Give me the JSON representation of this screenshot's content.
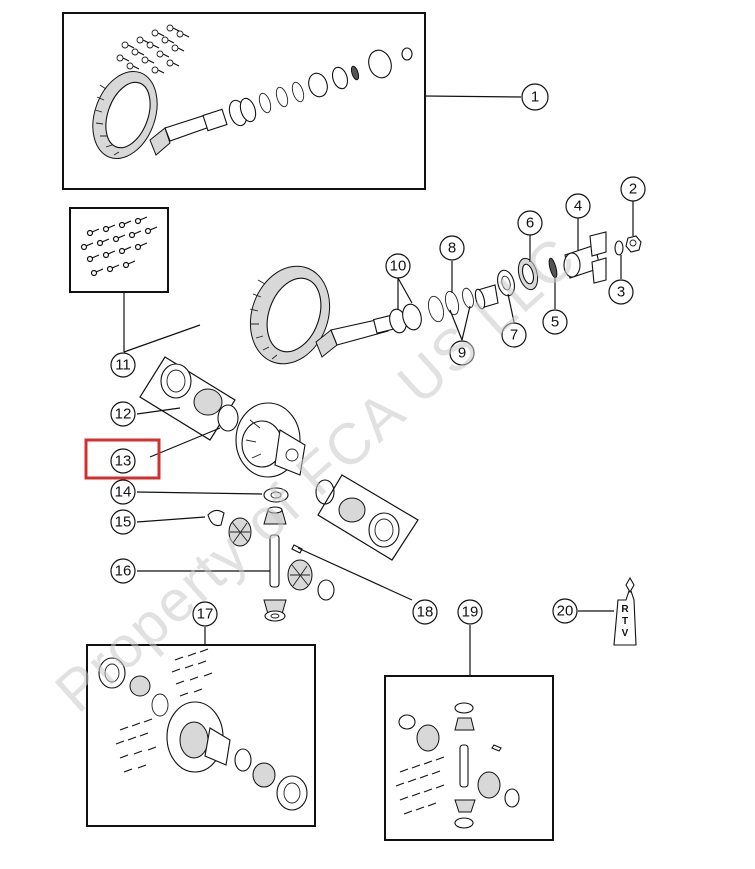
{
  "watermark": "Property of FCA US LLC",
  "highlight_color": "#d32f2f",
  "selected_callout": "13",
  "callouts": [
    {
      "id": "1",
      "label": "1"
    },
    {
      "id": "2",
      "label": "2"
    },
    {
      "id": "3",
      "label": "3"
    },
    {
      "id": "4",
      "label": "4"
    },
    {
      "id": "5",
      "label": "5"
    },
    {
      "id": "6",
      "label": "6"
    },
    {
      "id": "7",
      "label": "7"
    },
    {
      "id": "8",
      "label": "8"
    },
    {
      "id": "9",
      "label": "9"
    },
    {
      "id": "10",
      "label": "10"
    },
    {
      "id": "11",
      "label": "11"
    },
    {
      "id": "12",
      "label": "12"
    },
    {
      "id": "13",
      "label": "13"
    },
    {
      "id": "14",
      "label": "14"
    },
    {
      "id": "15",
      "label": "15"
    },
    {
      "id": "16",
      "label": "16"
    },
    {
      "id": "17",
      "label": "17"
    },
    {
      "id": "18",
      "label": "18"
    },
    {
      "id": "19",
      "label": "19"
    },
    {
      "id": "20",
      "label": "20"
    }
  ],
  "tube_label": [
    "R",
    "T",
    "V"
  ]
}
